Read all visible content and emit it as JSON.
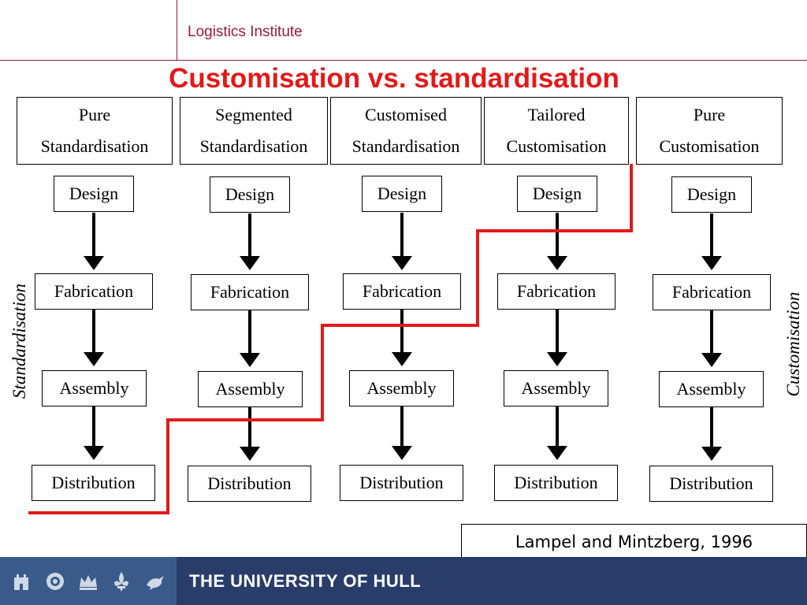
{
  "header": {
    "institute": "Logistics Institute",
    "title": "Customisation vs. standardisation",
    "brand_color": "#9b1b3a",
    "title_color": "#e21a1a"
  },
  "columns": [
    {
      "line1": "Pure",
      "line2": "Standardisation"
    },
    {
      "line1": "Segmented",
      "line2": "Standardisation"
    },
    {
      "line1": "Customised",
      "line2": "Standardisation"
    },
    {
      "line1": "Tailored",
      "line2": "Customisation"
    },
    {
      "line1": "Pure",
      "line2": "Customisation"
    }
  ],
  "steps": [
    "Design",
    "Fabrication",
    "Assembly",
    "Distribution"
  ],
  "side_labels": {
    "left": "Standardisation",
    "right": "Customisation"
  },
  "citation": "Lampel and Mintzberg, 1996",
  "footer": {
    "university": "THE UNIVERSITY OF HULL",
    "crest_icons": [
      "tower-icon",
      "rose-icon",
      "crown-icon",
      "fleur-de-lis-icon",
      "bird-icon"
    ]
  },
  "divider_color": "#e21a1a"
}
